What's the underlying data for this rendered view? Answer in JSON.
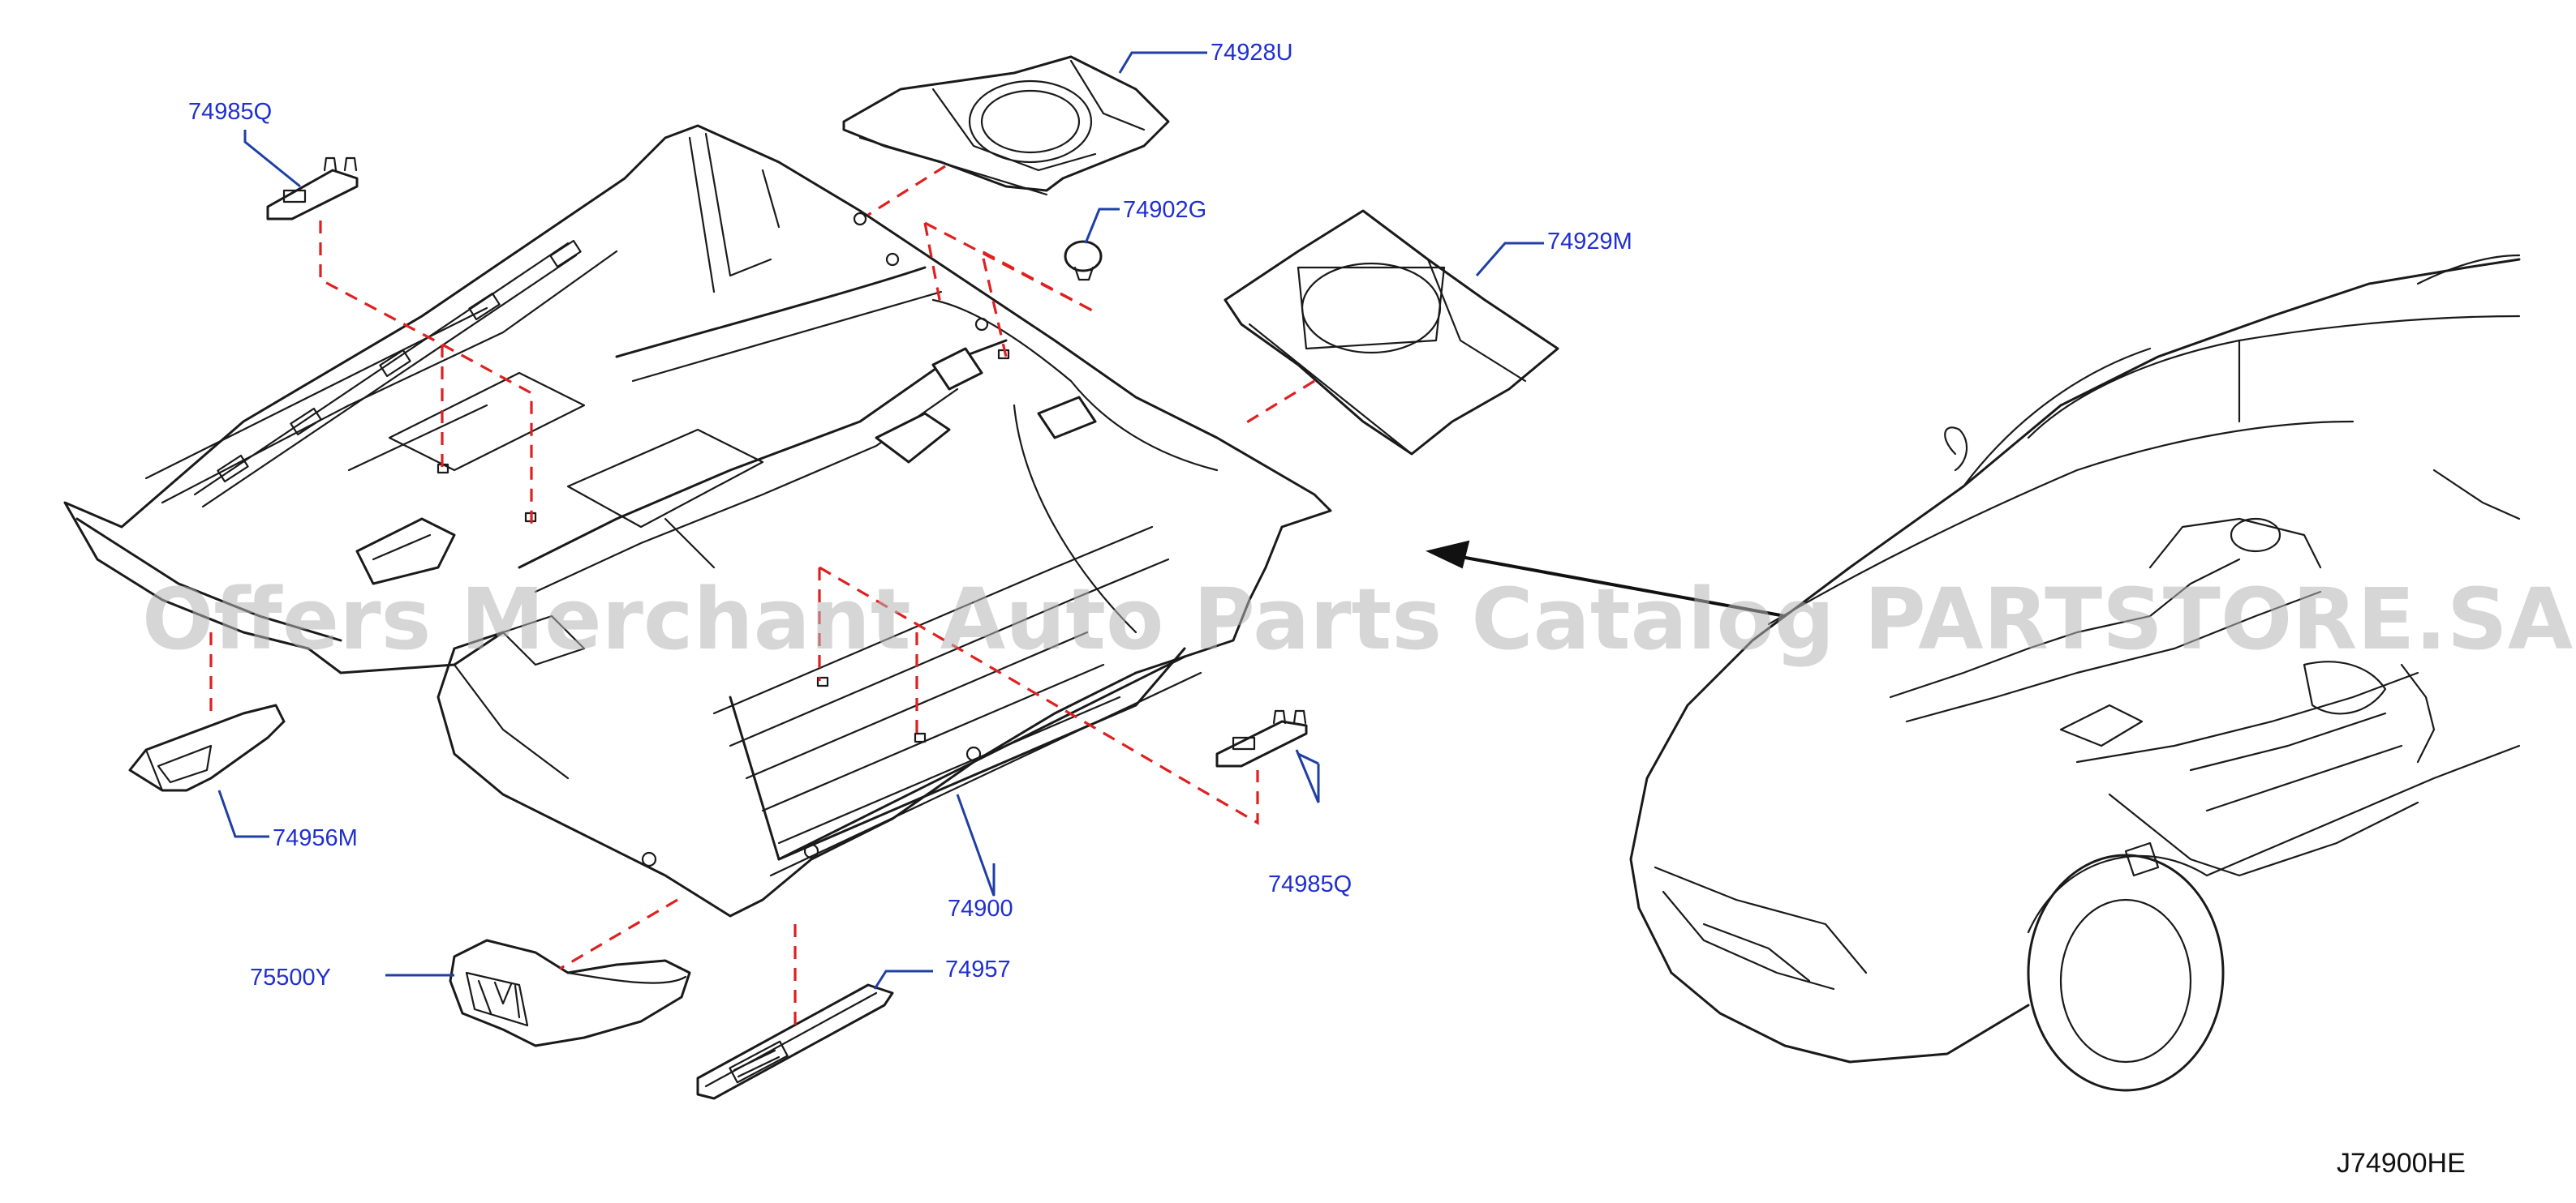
{
  "part_labels": {
    "clip_top": "74985Q",
    "rear_panel": "74928U",
    "grommet": "74902G",
    "side_panel": "74929M",
    "floor_carpet": "74900",
    "left_trim": "74956M",
    "clip_right": "74985Q",
    "foot_rest": "75500Y",
    "sill_plate": "74957"
  },
  "diagram_code": "J74900HE",
  "watermark": "Offers Merchant Auto Parts Catalog PARTSTORE.SA",
  "colors": {
    "label": "#1f2fd0",
    "leader": "#1f3fa6",
    "dashed_guide": "#e02020",
    "line_art": "#1a1a1a",
    "watermark": "#b4b4b4"
  }
}
